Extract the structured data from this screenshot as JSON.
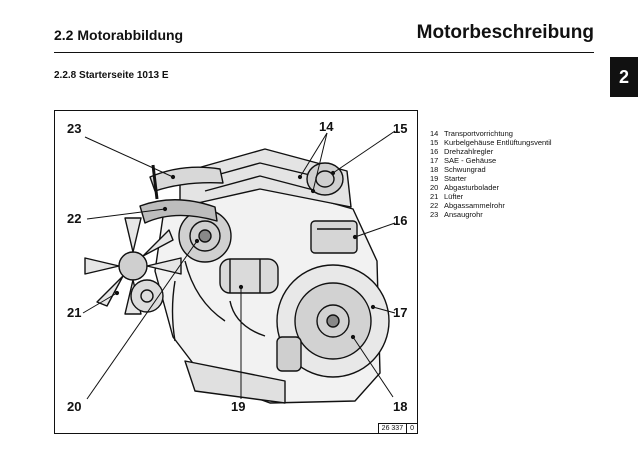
{
  "header": {
    "section": "2.2 Motorabbildung",
    "title": "Motorbeschreibung",
    "chapter_tab": "2"
  },
  "subsection": "2.2.8  Starterseite 1013 E",
  "figure": {
    "id": "26 337",
    "suffix": "0",
    "callouts": [
      "23",
      "14",
      "15",
      "22",
      "16",
      "21",
      "17",
      "20",
      "19",
      "18"
    ]
  },
  "legend": [
    {
      "num": "14",
      "label": "Transportvorrichtung"
    },
    {
      "num": "15",
      "label": "Kurbelgehäuse Entlüftungsventil"
    },
    {
      "num": "16",
      "label": "Drehzahlregler"
    },
    {
      "num": "17",
      "label": "SAE - Gehäuse"
    },
    {
      "num": "18",
      "label": "Schwungrad"
    },
    {
      "num": "19",
      "label": "Starter"
    },
    {
      "num": "20",
      "label": "Abgasturbolader"
    },
    {
      "num": "21",
      "label": "Lüfter"
    },
    {
      "num": "22",
      "label": "Abgassammelrohr"
    },
    {
      "num": "23",
      "label": "Ansaugrohr"
    }
  ]
}
